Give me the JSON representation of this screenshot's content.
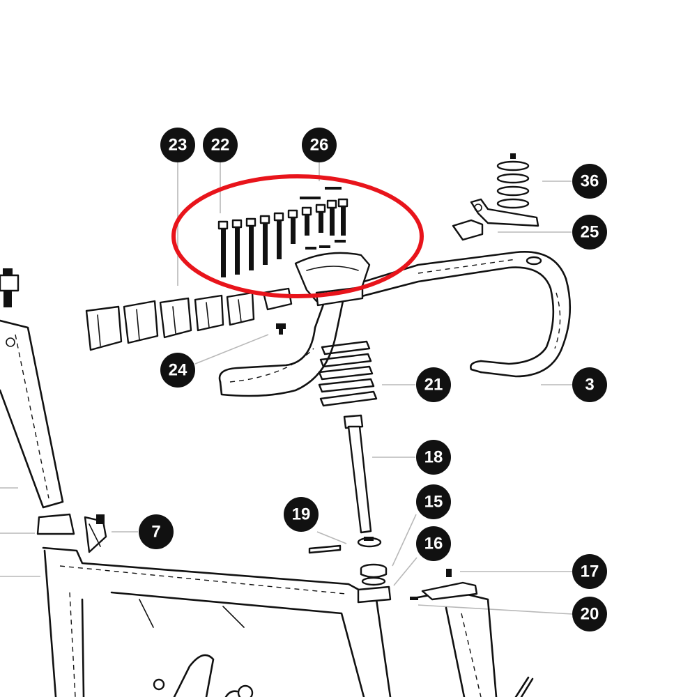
{
  "callouts": [
    {
      "id": "c23",
      "label": "23"
    },
    {
      "id": "c22",
      "label": "22"
    },
    {
      "id": "c26",
      "label": "26"
    },
    {
      "id": "c36",
      "label": "36"
    },
    {
      "id": "c25",
      "label": "25"
    },
    {
      "id": "c24",
      "label": "24"
    },
    {
      "id": "c21",
      "label": "21"
    },
    {
      "id": "c3",
      "label": "3"
    },
    {
      "id": "c18",
      "label": "18"
    },
    {
      "id": "c15",
      "label": "15"
    },
    {
      "id": "c19",
      "label": "19"
    },
    {
      "id": "c16",
      "label": "16"
    },
    {
      "id": "c7",
      "label": "7"
    },
    {
      "id": "c17",
      "label": "17"
    },
    {
      "id": "c20",
      "label": "20"
    }
  ],
  "colors": {
    "line": "#111111",
    "callout_fill": "#111111",
    "callout_text": "#ffffff",
    "leader": "#b8b8b8",
    "highlight": "#e8141b"
  }
}
